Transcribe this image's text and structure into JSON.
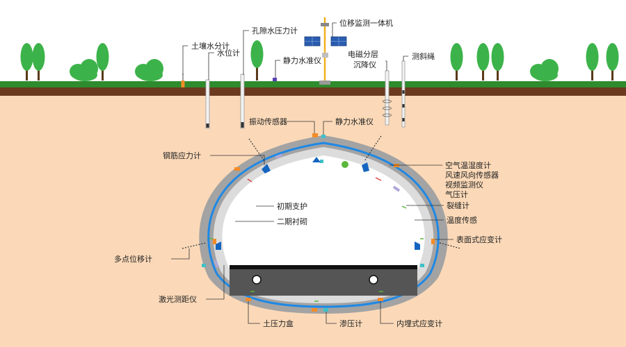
{
  "colors": {
    "sky": "#ffffff",
    "ground": "#fbd9b8",
    "grass": "#2e8b2e",
    "soil": "#6b3a1f",
    "outer_lining": "#a3a3a3",
    "waterproof_layer": "#1e88e5",
    "inner_lining": "#dcdcdc",
    "track_bed": "#555555",
    "tree_green": "#3cb34a",
    "trunk": "#5a3a1a",
    "sensor_orange": "#f28c28",
    "sensor_blue": "#1565c0",
    "sensor_teal": "#3ec1c9",
    "leader_line": "#333333"
  },
  "surface_labels": {
    "soil_moisture": "土壤水分计",
    "water_level": "水位计",
    "piezometer": "孔隙水压力计",
    "static_level_surface": "静力水准仪",
    "displacement_station": "位移监测一体机",
    "em_settlement_line1": "电磁分层",
    "em_settlement_line2": "沉降仪",
    "inclinometer": "测斜绳"
  },
  "tunnel_labels": {
    "vibration": "振动传感器",
    "static_level_tunnel": "静力水准仪",
    "rebar_stress": "钢筋应力计",
    "air_temp_humidity": "空气温湿度计",
    "wind_sensor": "风速风向传感器",
    "video_monitor": "视频监测仪",
    "barometer": "气压计",
    "initial_support": "初期支护",
    "secondary_lining": "二期衬砌",
    "crack_meter": "裂缝计",
    "temperature": "温度传感",
    "surface_strain": "表面式应变计",
    "multipoint_displacement": "多点位移计",
    "laser_range": "激光测距仪",
    "earth_pressure": "土压力盒",
    "osmometer": "渗压计",
    "embedded_strain": "内埋式应变计"
  }
}
